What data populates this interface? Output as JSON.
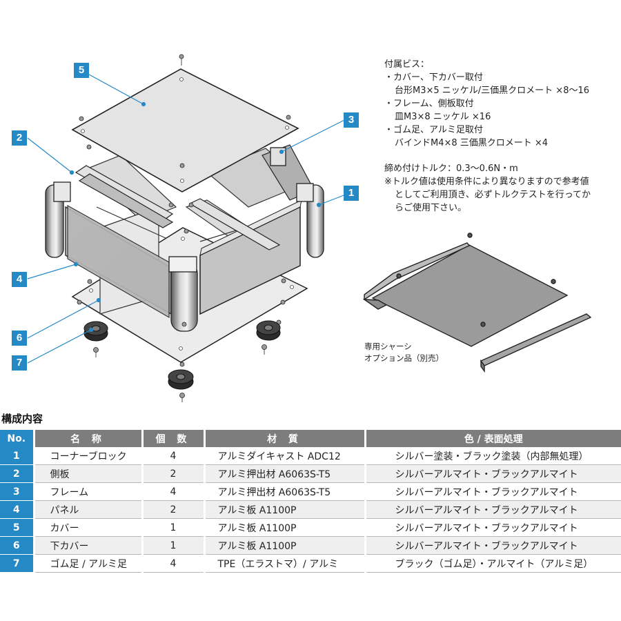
{
  "diagram": {
    "callouts": [
      "5",
      "3",
      "2",
      "1",
      "4",
      "6",
      "7"
    ]
  },
  "notes": {
    "screws_title": "付属ビス：",
    "screw_items": [
      {
        "name": "・カバー、下カバー取付",
        "spec": "台形M3×5 ニッケル/三価黒クロメート ×8〜16"
      },
      {
        "name": "・フレーム、側板取付",
        "spec": "皿M3×8 ニッケル ×16"
      },
      {
        "name": "・ゴム足、アルミ足取付",
        "spec": "バインドM4×8 三価黒クロメート ×4"
      }
    ],
    "torque": "締め付けトルク：0.3〜0.6N・m",
    "torque_note_lines": [
      "※トルク値は使用条件により異なりますので参考値",
      "としてご利用頂き、必ずトルクテストを行ってか",
      "らご使用下さい。"
    ]
  },
  "chassis": {
    "label_line1": "専用シャーシ",
    "label_line2": "オプション品（別売）"
  },
  "table": {
    "title": "構成内容",
    "headers": [
      "No.",
      "名 称",
      "個 数",
      "材 質",
      "色 / 表面処理"
    ],
    "rows": [
      [
        "1",
        "コーナーブロック",
        "4",
        "アルミダイキャスト ADC12",
        "シルバー塗装・ブラック塗装（内部無処理）"
      ],
      [
        "2",
        "側板",
        "2",
        "アルミ押出材 A6063S-T5",
        "シルバーアルマイト・ブラックアルマイト"
      ],
      [
        "3",
        "フレーム",
        "4",
        "アルミ押出材 A6063S-T5",
        "シルバーアルマイト・ブラックアルマイト"
      ],
      [
        "4",
        "パネル",
        "2",
        "アルミ板 A1100P",
        "シルバーアルマイト・ブラックアルマイト"
      ],
      [
        "5",
        "カバー",
        "1",
        "アルミ板 A1100P",
        "シルバーアルマイト・ブラックアルマイト"
      ],
      [
        "6",
        "下カバー",
        "1",
        "アルミ板 A1100P",
        "シルバーアルマイト・ブラックアルマイト"
      ],
      [
        "7",
        "ゴム足 / アルミ足",
        "4",
        "TPE（エラストマ）/ アルミ",
        "ブラック（ゴム足）・アルマイト（アルミ足）"
      ]
    ]
  },
  "colors": {
    "accent": "#2589c6",
    "header_gray": "#7d7d7d",
    "row_alt": "#efefef"
  }
}
